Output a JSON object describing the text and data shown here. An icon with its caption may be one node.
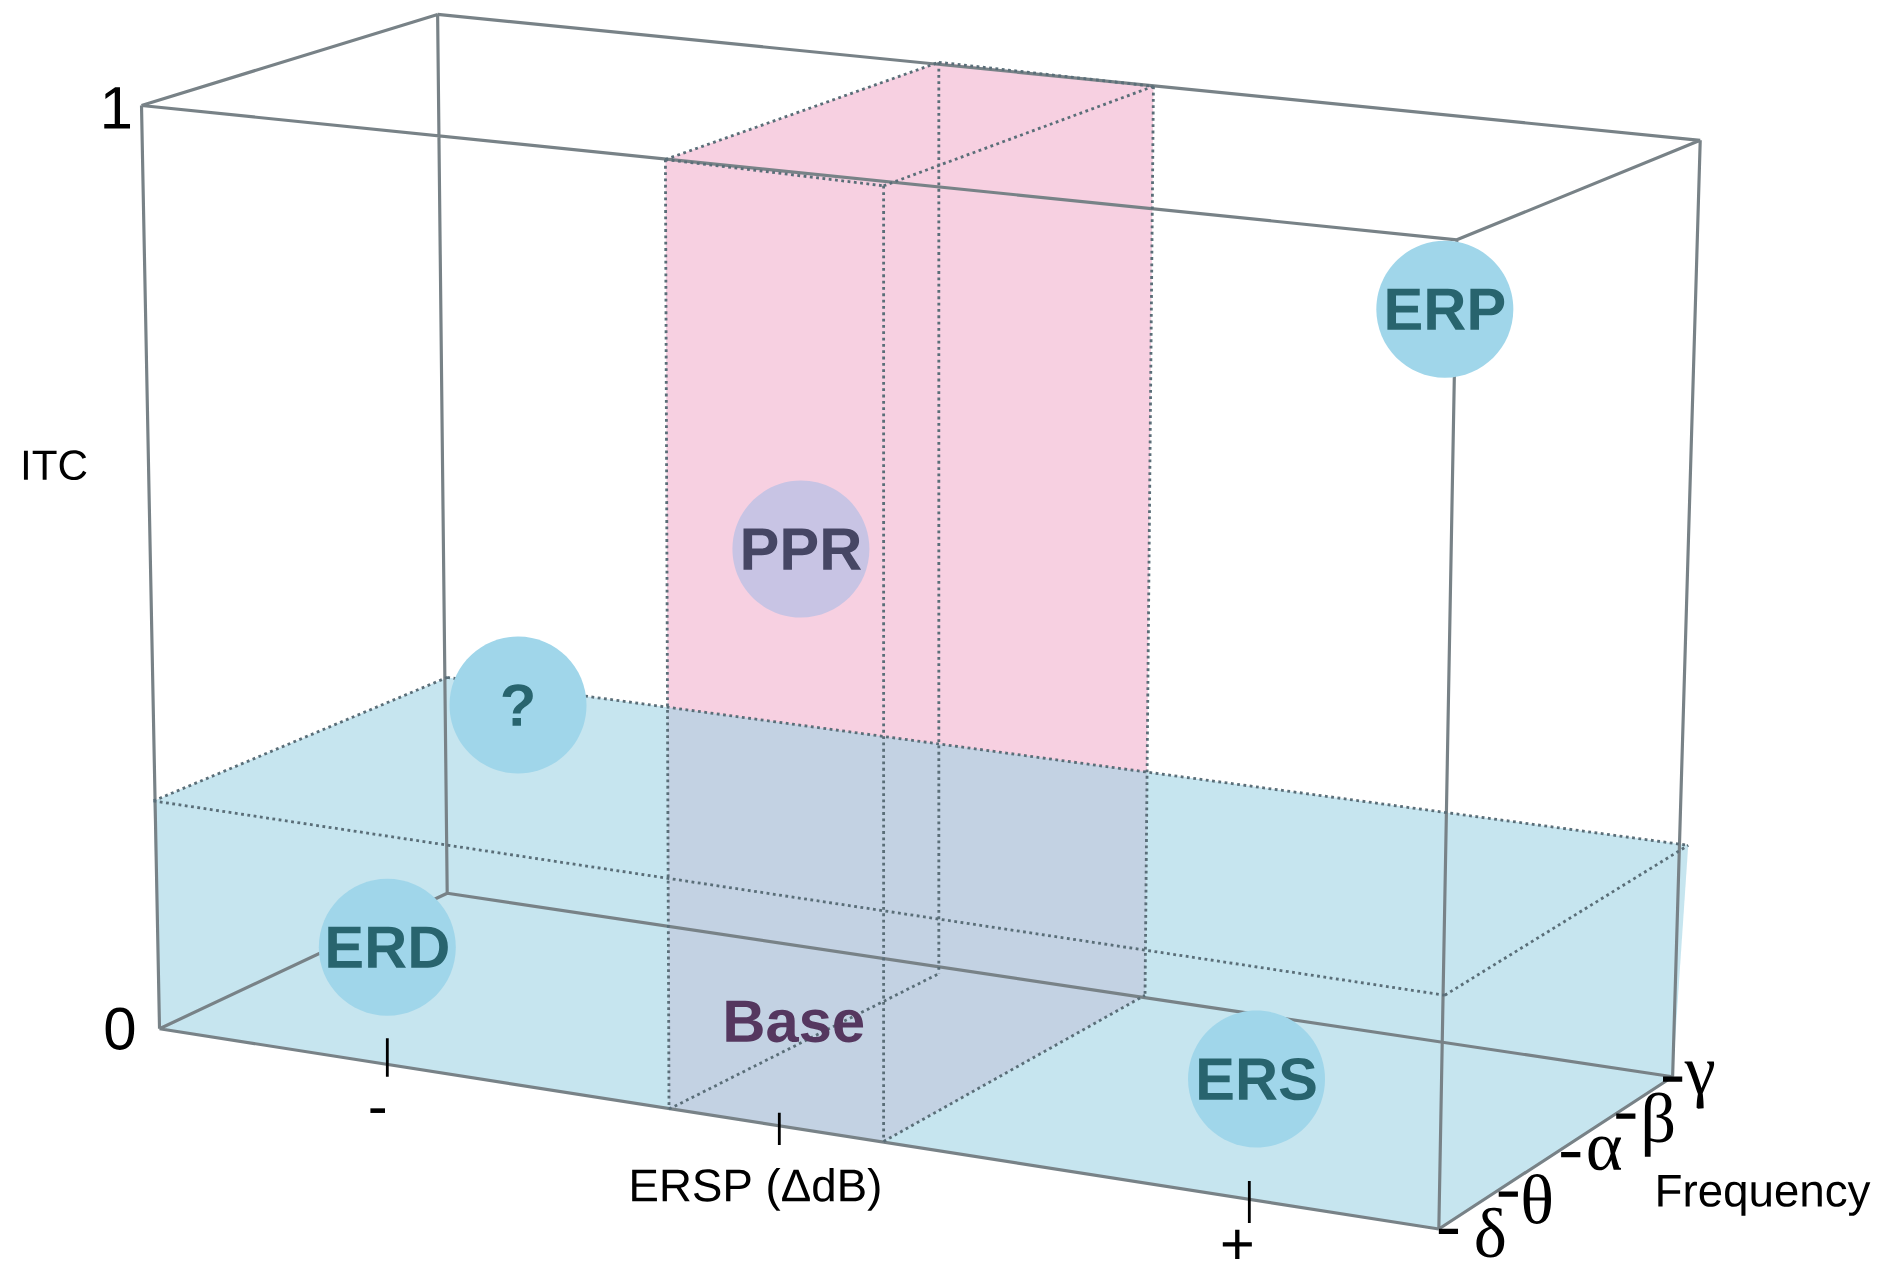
{
  "diagram": {
    "nodes": [
      {
        "text": [
          "ERP"
        ]
      },
      {
        "text": [
          "PPR"
        ]
      },
      {
        "text": [
          "?"
        ]
      },
      {
        "text": [
          "ERD"
        ]
      },
      {
        "text": [
          "ERS"
        ]
      }
    ],
    "labels": [
      "1",
      "ITC",
      "0",
      "Base",
      "-",
      "ERSP (ΔdB)",
      "+",
      "γ",
      "β",
      "α",
      "θ",
      "δ",
      "Frequency"
    ]
  }
}
